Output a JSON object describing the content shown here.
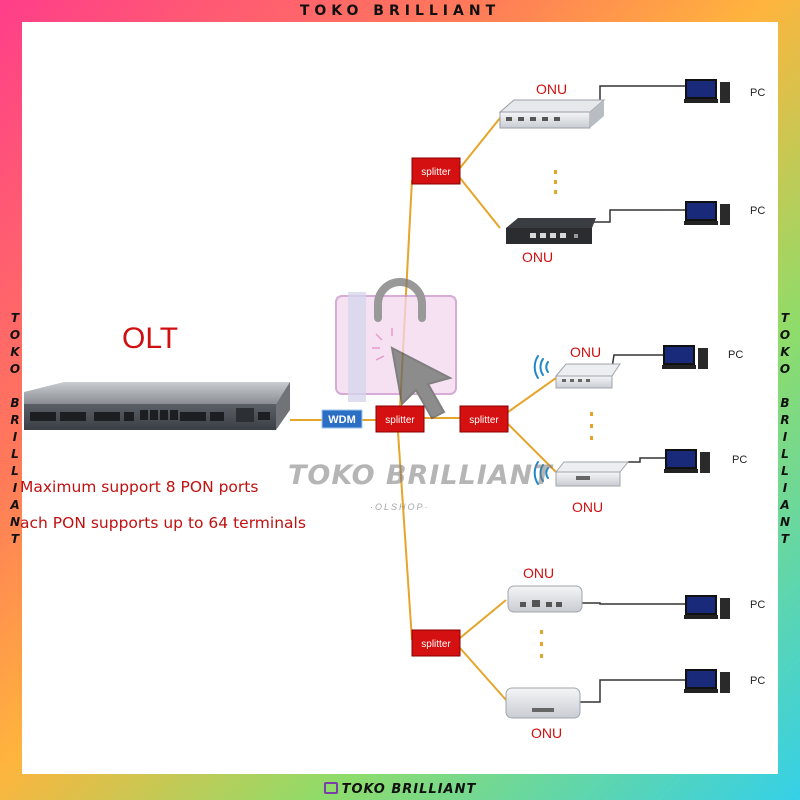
{
  "frame": {
    "top_text": "TOKO BRILLIANT",
    "bottom_text": "TOKO BRILLIANT",
    "side_text": "TOKO BRILLIANT"
  },
  "olt": {
    "title": "OLT",
    "lines": [
      "Maximum support 8 PON ports",
      "ach PON supports up to 64 terminals"
    ]
  },
  "wdm": {
    "label": "WDM"
  },
  "splitters": {
    "label": "splitter"
  },
  "onu_label": "ONU",
  "pc_label": "PC",
  "watermark": {
    "title": "TOKO BRILLIANT",
    "subtitle": "·OLSHOP·"
  },
  "colors": {
    "fiber": "#e6a52a",
    "splitter": "#d41010",
    "label_red": "#d01010",
    "wdm": "#2b6fc4"
  }
}
